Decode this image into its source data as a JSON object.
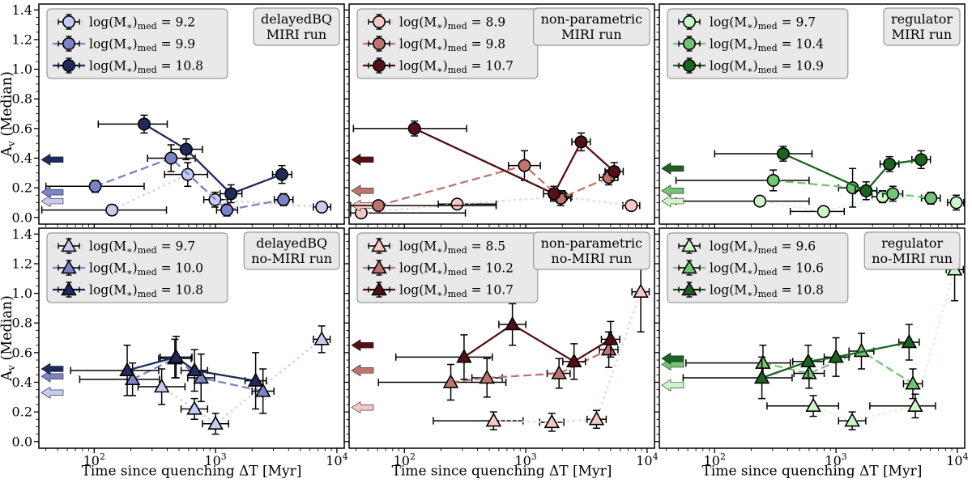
{
  "figure": {
    "background": "#ffffff",
    "xlabel": "Time since quenching ΔT [Myr]",
    "ylabel_parts": {
      "pre": "A",
      "sub": "v",
      "post": " (Median)"
    },
    "legend_label_parts": {
      "pre": "log(M",
      "star": "∗",
      "close": ")",
      "sub": "med",
      "equals": " = "
    },
    "xscale": "log",
    "xlim": [
      35,
      11500
    ],
    "ylim": [
      -0.045,
      1.44
    ],
    "x_ticks": [
      {
        "base": "10",
        "exp": "2",
        "value": 100
      },
      {
        "base": "10",
        "exp": "3",
        "value": 1000
      },
      {
        "base": "10",
        "exp": "4",
        "value": 10000
      }
    ],
    "y_ticks": [
      {
        "label": "0.0",
        "value": 0.0
      },
      {
        "label": "0.2",
        "value": 0.2
      },
      {
        "label": "0.4",
        "value": 0.4
      },
      {
        "label": "0.6",
        "value": 0.6
      },
      {
        "label": "0.8",
        "value": 0.8
      },
      {
        "label": "1.0",
        "value": 1.0
      },
      {
        "label": "1.2",
        "value": 1.2
      },
      {
        "label": "1.4",
        "value": 1.4
      }
    ],
    "box_fill": "#e9e9e9",
    "box_stroke": "#999999",
    "point_format": [
      "x_Myr",
      "Av_median",
      "x_err_lo_Myr",
      "x_err_hi_Myr",
      "Av_err"
    ]
  },
  "chart_data": [
    {
      "type": "scatter",
      "title_lines": [
        "delayedBQ",
        "MIRI run"
      ],
      "marker": "circle",
      "series": [
        {
          "mass": "9.2",
          "color": "#c6cbf3",
          "linestyle": "dotted",
          "upper_limit_arrow_Av": 0.11,
          "points": [
            [
              140,
              0.05,
              37,
              394,
              0.035
            ],
            [
              590,
              0.29,
              380,
              860,
              0.08
            ],
            [
              990,
              0.12,
              800,
              1250,
              0.05
            ],
            [
              7500,
              0.07,
              6400,
              8900,
              0.03
            ]
          ]
        },
        {
          "mass": "9.9",
          "color": "#7b84c8",
          "linestyle": "dashed",
          "upper_limit_arrow_Av": 0.17,
          "points": [
            [
              102,
              0.21,
              40,
              258,
              0.04
            ],
            [
              430,
              0.4,
              275,
              680,
              0.09
            ],
            [
              1240,
              0.05,
              1020,
              1520,
              0.04
            ],
            [
              3630,
              0.12,
              3050,
              4350,
              0.04
            ]
          ]
        },
        {
          "mass": "10.8",
          "color": "#202a5c",
          "linestyle": "solid",
          "upper_limit_arrow_Av": 0.39,
          "points": [
            [
              258,
              0.63,
              108,
              400,
              0.06
            ],
            [
              573,
              0.46,
              430,
              780,
              0.07
            ],
            [
              1340,
              0.16,
              1090,
              1650,
              0.06
            ],
            [
              3520,
              0.29,
              2950,
              4250,
              0.06
            ]
          ]
        }
      ]
    },
    {
      "type": "scatter",
      "title_lines": [
        "non-parametric",
        "MIRI run"
      ],
      "marker": "circle",
      "series": [
        {
          "mass": "8.9",
          "color": "#f7c9c6",
          "linestyle": "dotted",
          "upper_limit_arrow_Av": 0.08,
          "points": [
            [
              44,
              0.03,
              36,
              318,
              0.03
            ],
            [
              272,
              0.09,
              190,
              570,
              0.03
            ],
            [
              1990,
              0.14,
              1650,
              2400,
              0.04
            ],
            [
              7400,
              0.08,
              6300,
              8700,
              0.03
            ]
          ]
        },
        {
          "mass": "9.8",
          "color": "#bf7470",
          "linestyle": "dashed",
          "upper_limit_arrow_Av": 0.18,
          "points": [
            [
              61,
              0.08,
              36,
              570,
              0.03
            ],
            [
              975,
              0.35,
              720,
              1320,
              0.1
            ],
            [
              1940,
              0.13,
              1600,
              2350,
              0.05
            ],
            [
              4830,
              0.27,
              4050,
              5750,
              0.05
            ]
          ]
        },
        {
          "mass": "10.7",
          "color": "#541015",
          "linestyle": "solid",
          "upper_limit_arrow_Av": 0.39,
          "points": [
            [
              121,
              0.6,
              38,
              325,
              0.05
            ],
            [
              1710,
              0.16,
              1400,
              2100,
              0.05
            ],
            [
              2860,
              0.51,
              2400,
              3400,
              0.06
            ],
            [
              5350,
              0.31,
              4500,
              6350,
              0.06
            ]
          ]
        }
      ]
    },
    {
      "type": "scatter",
      "title_lines": [
        "regulator",
        "MIRI run"
      ],
      "marker": "circle",
      "series": [
        {
          "mass": "9.7",
          "color": "#cdf6cb",
          "linestyle": "dotted",
          "upper_limit_arrow_Av": 0.11,
          "points": [
            [
              236,
              0.11,
              48,
              600,
              0.03
            ],
            [
              790,
              0.04,
              420,
              1170,
              0.03
            ],
            [
              2420,
              0.14,
              1980,
              2950,
              0.04
            ],
            [
              9800,
              0.1,
              8300,
              11300,
              0.05
            ]
          ]
        },
        {
          "mass": "10.4",
          "color": "#74c476",
          "linestyle": "dashed",
          "upper_limit_arrow_Av": 0.18,
          "points": [
            [
              304,
              0.25,
              48,
              600,
              0.07
            ],
            [
              1370,
              0.2,
              1050,
              1780,
              0.13
            ],
            [
              2940,
              0.16,
              2430,
              3550,
              0.05
            ],
            [
              6050,
              0.13,
              5060,
              7230,
              0.04
            ]
          ]
        },
        {
          "mass": "10.9",
          "color": "#1b6420",
          "linestyle": "solid",
          "upper_limit_arrow_Av": 0.33,
          "points": [
            [
              367,
              0.43,
              100,
              634,
              0.05
            ],
            [
              1770,
              0.18,
              1440,
              2170,
              0.06
            ],
            [
              2760,
              0.36,
              2310,
              3300,
              0.05
            ],
            [
              5030,
              0.39,
              4220,
              6000,
              0.06
            ]
          ]
        }
      ]
    },
    {
      "type": "scatter",
      "title_lines": [
        "delayedBQ",
        "no-MIRI run"
      ],
      "marker": "triangle",
      "series": [
        {
          "mass": "9.7",
          "color": "#c6cbf3",
          "linestyle": "dotted",
          "upper_limit_arrow_Av": 0.33,
          "points": [
            [
              360,
              0.37,
              230,
              560,
              0.12
            ],
            [
              670,
              0.22,
              520,
              860,
              0.07
            ],
            [
              1000,
              0.12,
              780,
              1280,
              0.07
            ],
            [
              7500,
              0.69,
              6400,
              8800,
              0.09
            ]
          ]
        },
        {
          "mass": "10.0",
          "color": "#7b84c8",
          "linestyle": "dashed",
          "upper_limit_arrow_Av": 0.44,
          "points": [
            [
              207,
              0.42,
              76,
              345,
              0.11
            ],
            [
              462,
              0.56,
              340,
              630,
              0.13
            ],
            [
              760,
              0.43,
              590,
              980,
              0.16
            ],
            [
              2460,
              0.34,
              2000,
              3030,
              0.15
            ]
          ]
        },
        {
          "mass": "10.8",
          "color": "#202a5c",
          "linestyle": "solid",
          "upper_limit_arrow_Av": 0.49,
          "points": [
            [
              187,
              0.48,
              64,
              340,
              0.17
            ],
            [
              473,
              0.57,
              350,
              640,
              0.14
            ],
            [
              671,
              0.48,
              520,
              860,
              0.14
            ],
            [
              2140,
              0.41,
              1750,
              2620,
              0.19
            ]
          ]
        }
      ]
    },
    {
      "type": "scatter",
      "title_lines": [
        "non-parametric",
        "no-MIRI run"
      ],
      "marker": "triangle",
      "series": [
        {
          "mass": "8.5",
          "color": "#f7c9c6",
          "linestyle": "dotted",
          "upper_limit_arrow_Av": 0.23,
          "points": [
            [
              543,
              0.14,
              173,
              950,
              0.06
            ],
            [
              1640,
              0.13,
              1300,
              2060,
              0.06
            ],
            [
              3830,
              0.15,
              3200,
              4600,
              0.06
            ],
            [
              8870,
              1.01,
              7500,
              10400,
              0.27
            ]
          ]
        },
        {
          "mass": "10.2",
          "color": "#bf7470",
          "linestyle": "dashed",
          "upper_limit_arrow_Av": 0.48,
          "points": [
            [
              241,
              0.4,
              61,
              686,
              0.12
            ],
            [
              479,
              0.43,
              360,
              640,
              0.13
            ],
            [
              1880,
              0.46,
              1500,
              2320,
              0.1
            ],
            [
              4830,
              0.62,
              4050,
              5750,
              0.12
            ]
          ]
        },
        {
          "mass": "10.7",
          "color": "#541015",
          "linestyle": "solid",
          "upper_limit_arrow_Av": 0.65,
          "points": [
            [
              310,
              0.57,
              85,
              530,
              0.15
            ],
            [
              776,
              0.79,
              600,
              1000,
              0.14
            ],
            [
              2500,
              0.54,
              2020,
              3100,
              0.12
            ],
            [
              5000,
              0.69,
              4200,
              5950,
              0.12
            ]
          ]
        }
      ]
    },
    {
      "type": "scatter",
      "title_lines": [
        "regulator",
        "no-MIRI run"
      ],
      "marker": "triangle",
      "series": [
        {
          "mass": "9.6",
          "color": "#cdf6cb",
          "linestyle": "dotted",
          "upper_limit_arrow_Av": 0.38,
          "points": [
            [
              650,
              0.24,
              270,
              1050,
              0.07
            ],
            [
              1360,
              0.14,
              1050,
              1760,
              0.06
            ],
            [
              4500,
              0.24,
              1900,
              6600,
              0.08
            ],
            [
              9500,
              1.16,
              8100,
              11200,
              0.21
            ]
          ]
        },
        {
          "mass": "10.6",
          "color": "#74c476",
          "linestyle": "dashed",
          "upper_limit_arrow_Av": 0.52,
          "points": [
            [
              250,
              0.53,
              58,
              420,
              0.12
            ],
            [
              600,
              0.46,
              450,
              800,
              0.1
            ],
            [
              1620,
              0.61,
              1280,
              2050,
              0.12
            ],
            [
              4300,
              0.39,
              3600,
              5150,
              0.1
            ]
          ]
        },
        {
          "mass": "10.8",
          "color": "#1b6420",
          "linestyle": "solid",
          "upper_limit_arrow_Av": 0.56,
          "points": [
            [
              245,
              0.43,
              55,
              435,
              0.14
            ],
            [
              590,
              0.54,
              440,
              790,
              0.11
            ],
            [
              1000,
              0.57,
              800,
              1280,
              0.13
            ],
            [
              4000,
              0.67,
              3300,
              4850,
              0.12
            ]
          ]
        }
      ]
    }
  ]
}
